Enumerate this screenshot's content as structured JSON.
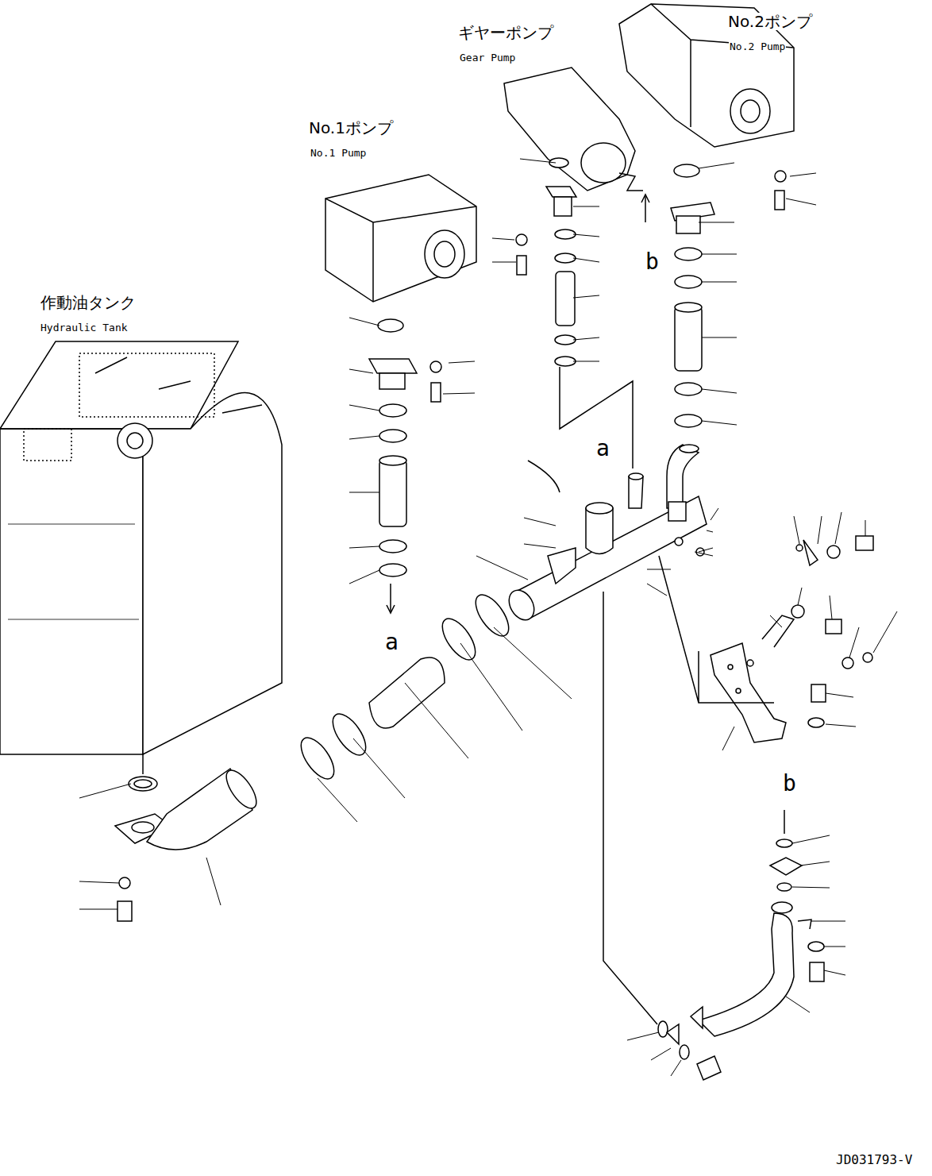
{
  "diagram": {
    "labels": [
      "ギヤーポンプ",
      "Gear Pump",
      "No.2ポンプ",
      "No.2 Pump",
      "No.1ポンプ",
      "No.1 Pump",
      "作動油タンク",
      "Hydraulic Tank",
      "a",
      "a",
      "b",
      "b",
      "JD031793-V"
    ]
  }
}
